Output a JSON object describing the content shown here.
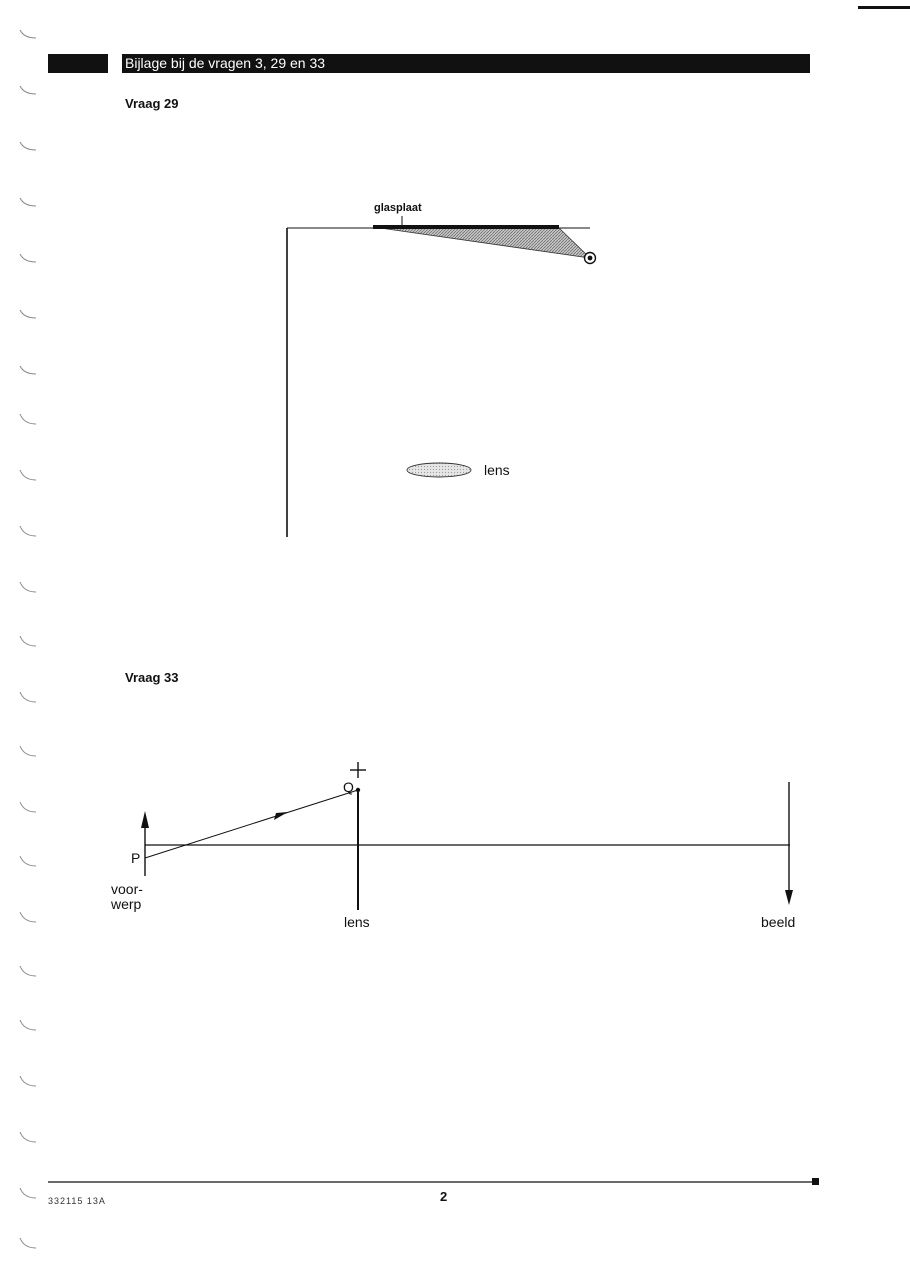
{
  "header": {
    "title": "Bijlage bij de vragen 3, 29 en 33"
  },
  "q29": {
    "heading": "Vraag 29",
    "label_glasplaat": "glasplaat",
    "label_lens": "lens"
  },
  "q33": {
    "heading": "Vraag 33",
    "label_p": "P",
    "label_q": "Q",
    "label_voorwerp_1": "voor-",
    "label_voorwerp_2": "werp",
    "label_lens": "lens",
    "label_beeld": "beeld"
  },
  "footer": {
    "code": "332115  13A",
    "page_number": "2"
  },
  "colors": {
    "ink": "#111111",
    "header_bg": "#111111",
    "header_text": "#ffffff",
    "hatch": "#9a9a9a"
  }
}
